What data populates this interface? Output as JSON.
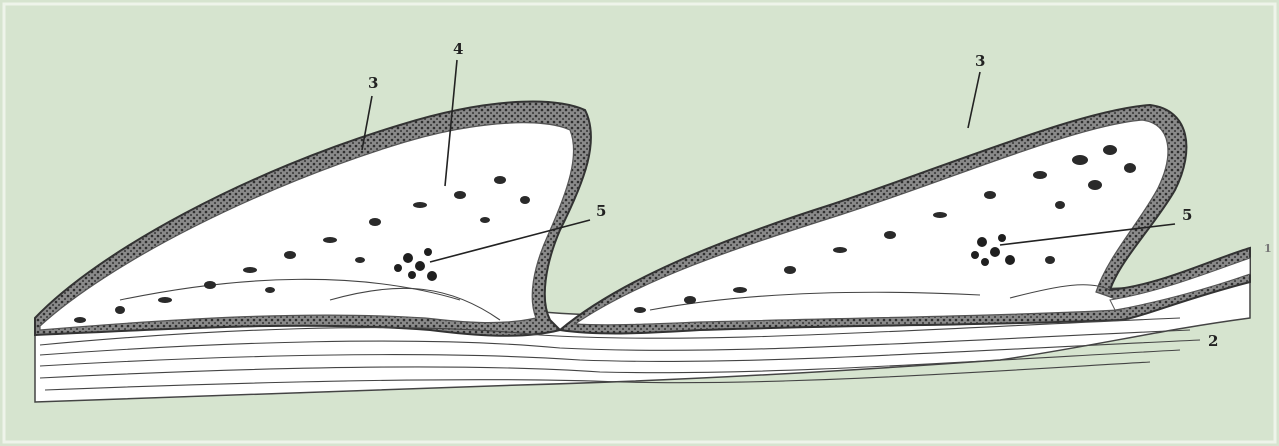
{
  "figure": {
    "background_color": "#d6e4cf",
    "tissue_fill": "#ffffff",
    "epithelium_color": "#5a5a5a",
    "ink_color": "#333333"
  },
  "labels": {
    "epithelium_left": "3",
    "epithelium_right": "3",
    "pointer_4": "4",
    "pointer_5_left": "5",
    "pointer_5_right": "5",
    "pointer_2": "2",
    "edge_mark": "1"
  }
}
